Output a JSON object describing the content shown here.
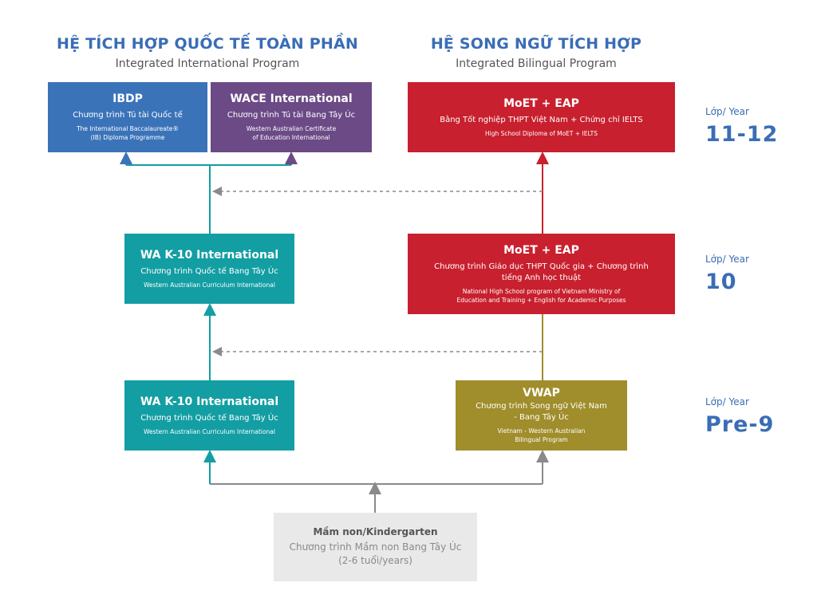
{
  "headers": {
    "left": {
      "title": "HỆ TÍCH HỢP QUỐC TẾ TOÀN PHẦN",
      "subtitle": "Integrated International Program"
    },
    "right": {
      "title": "HỆ SONG NGỮ TÍCH HỢP",
      "subtitle": "Integrated Bilingual Program"
    }
  },
  "boxes": {
    "ibdp": {
      "title": "IBDP",
      "vn": "Chương trình Tú tài Quốc tế",
      "en1": "The International Baccalaureate®",
      "en2": "(IB) Diploma Programme",
      "color": "#3b73b9"
    },
    "wace": {
      "title": "WACE International",
      "vn": "Chương trình Tú tài Bang Tây Úc",
      "en1": "Western Australian Certificate",
      "en2": "of Education International",
      "color": "#6b4a86"
    },
    "moet_top": {
      "title": "MoET + EAP",
      "vn": "Bằng Tốt nghiệp THPT Việt Nam + Chứng chỉ IELTS",
      "en1": "High School Diploma of MoET + IELTS",
      "color": "#c8202e"
    },
    "wa10_mid": {
      "title": "WA K-10 International",
      "vn": "Chương trình Quốc tế Bang Tây Úc",
      "en1": "Western Australian Curriculum International",
      "color": "#139ea3"
    },
    "moet_mid": {
      "title": "MoET + EAP",
      "vn1": "Chương trình Giáo dục THPT Quốc gia + Chương trình",
      "vn2": "tiếng Anh học thuật",
      "en1": "National High School program of Vietnam Ministry of",
      "en2": "Education and Training + English for Academic Purposes",
      "color": "#c8202e"
    },
    "wa10_low": {
      "title": "WA K-10 International",
      "vn": "Chương trình Quốc tế Bang Tây Úc",
      "en1": "Western Australian Curriculum International",
      "color": "#139ea3"
    },
    "vwap": {
      "title": "VWAP",
      "vn1": "Chương trình Song ngữ Việt Nam",
      "vn2": "- Bang Tây Úc",
      "en1": "Vietnam - Western Australian",
      "en2": "Bilingual Program",
      "color": "#a08d2b"
    },
    "kinder": {
      "title": "Mầm non/Kindergarten",
      "vn1": "Chương trình Mầm non Bang Tây Úc",
      "vn2": "(2-6 tuổi/years)"
    }
  },
  "years": [
    {
      "label": "Lớp/ Year",
      "value": "11-12"
    },
    {
      "label": "Lớp/ Year",
      "value": "10"
    },
    {
      "label": "Lớp/ Year",
      "value": "Pre-9"
    }
  ]
}
